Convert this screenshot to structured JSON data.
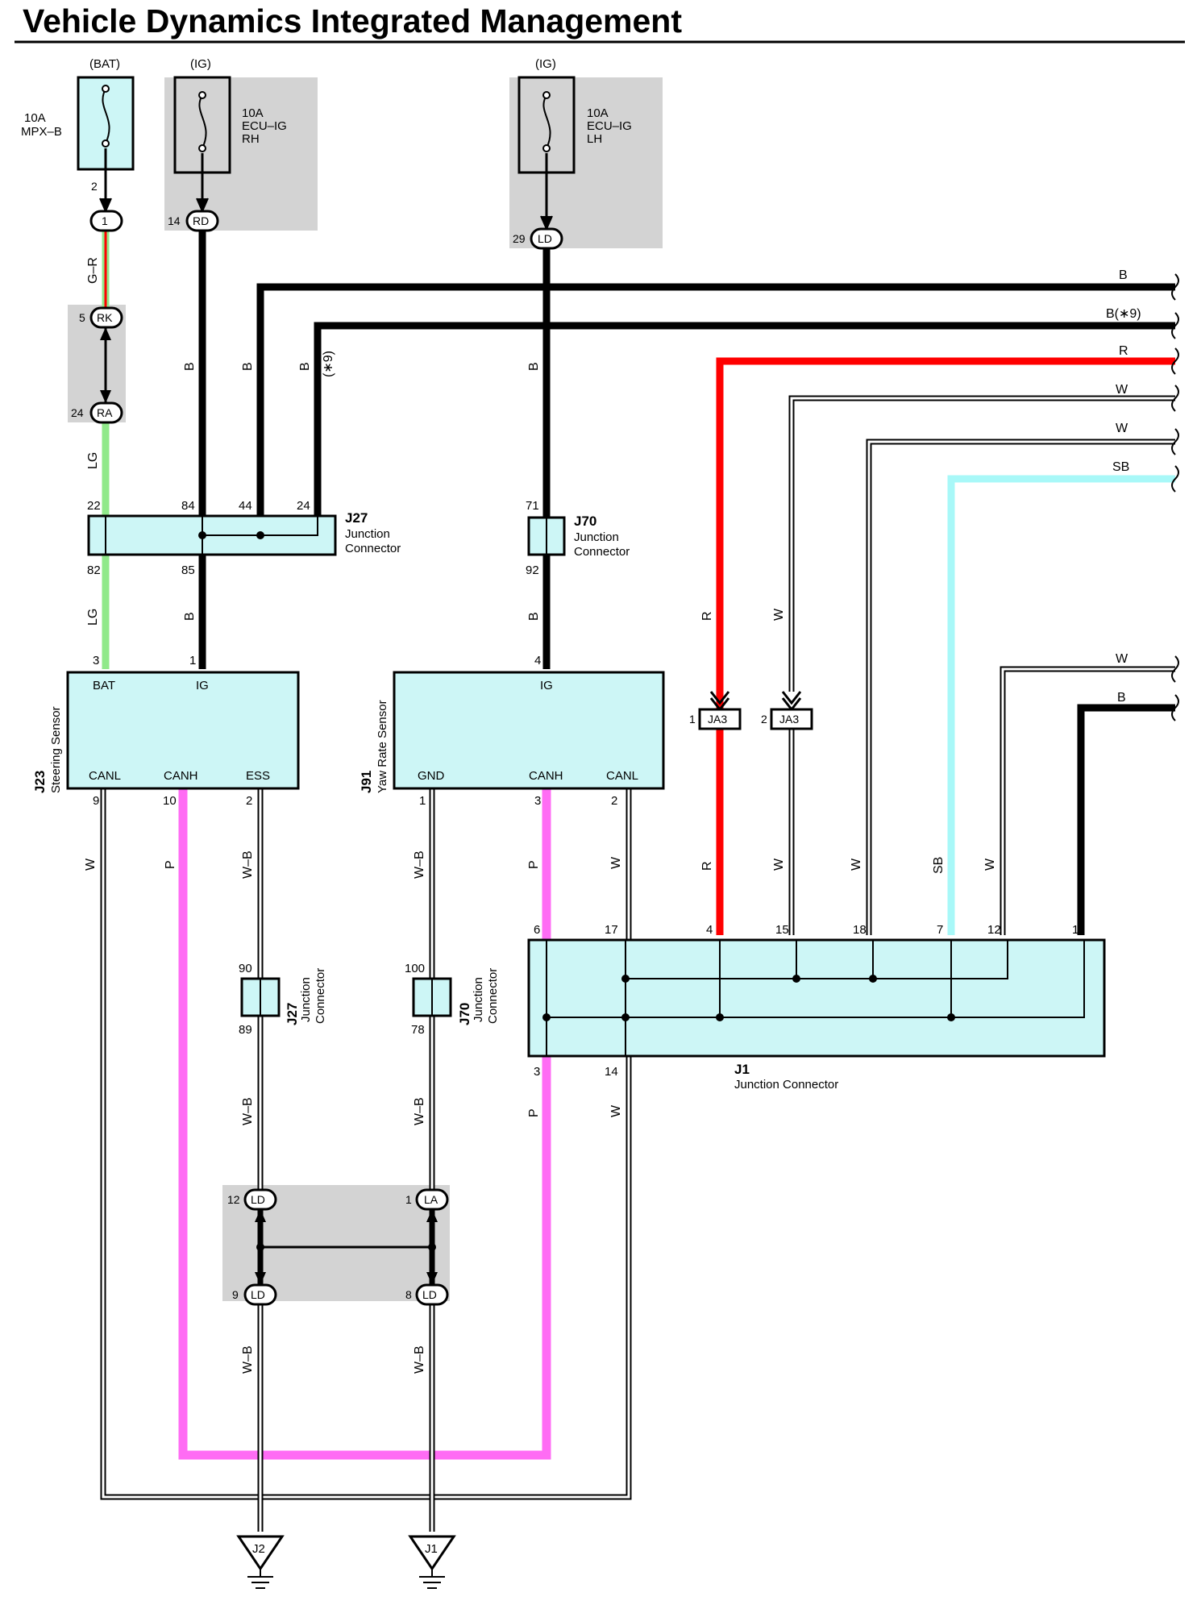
{
  "title": "Vehicle Dynamics Integrated Management",
  "colors": {
    "wire_black": "#000000",
    "wire_red": "#ff0000",
    "wire_lightgreen": "#90e98a",
    "wire_green": "#22aa22",
    "wire_pink": "#ff6cf4",
    "wire_skyblue": "#a8f8f8",
    "box_fill": "#cdf6f6",
    "shade_fill": "#d3d3d3"
  },
  "fuses": [
    {
      "supply": "(BAT)",
      "rating": "10A",
      "name": "MPX–B",
      "name2": ""
    },
    {
      "supply": "(IG)",
      "rating": "10A",
      "name": "ECU–IG",
      "name2": "RH"
    },
    {
      "supply": "(IG)",
      "rating": "10A",
      "name": "ECU–IG",
      "name2": "LH"
    }
  ],
  "connectors": {
    "c1": {
      "pin": "2",
      "label": "1"
    },
    "rd": {
      "pin": "14",
      "label": "RD"
    },
    "ld_top": {
      "pin": "29",
      "label": "LD"
    },
    "rk": {
      "pin": "5",
      "label": "RK"
    },
    "ra": {
      "pin": "24",
      "label": "RA"
    },
    "ja3_a": {
      "pin": "1",
      "label": "JA3"
    },
    "ja3_b": {
      "pin": "2",
      "label": "JA3"
    },
    "ld_12": {
      "pin": "12",
      "label": "LD"
    },
    "la_1": {
      "pin": "1",
      "label": "LA"
    },
    "ld_9": {
      "pin": "9",
      "label": "LD"
    },
    "ld_8": {
      "pin": "8",
      "label": "LD"
    }
  },
  "wire_codes": {
    "gr": "G–R",
    "lg": "LG",
    "b": "B",
    "b9": "B(∗9)",
    "star9": "(∗9)",
    "r": "R",
    "w": "W",
    "sb": "SB",
    "p": "P",
    "wb": "W–B"
  },
  "j27_top": {
    "id": "J27",
    "name1": "Junction",
    "name2": "Connector",
    "pins_top": [
      "22",
      "84",
      "44",
      "24"
    ],
    "pins_bottom": [
      "82",
      "85"
    ]
  },
  "j70_top": {
    "id": "J70",
    "name1": "Junction",
    "name2": "Connector",
    "pin_top": "71",
    "pin_bottom": "92"
  },
  "steering_sensor": {
    "id": "J23",
    "name": "Steering Sensor",
    "terminals": [
      "BAT",
      "IG",
      "CANL",
      "CANH",
      "ESS"
    ],
    "pins": [
      "3",
      "1",
      "9",
      "10",
      "2"
    ]
  },
  "yaw_sensor": {
    "id": "J91",
    "name": "Yaw Rate Sensor",
    "terminals": [
      "IG",
      "GND",
      "CANH",
      "CANL"
    ],
    "pins": [
      "4",
      "1",
      "3",
      "2"
    ]
  },
  "j1": {
    "id": "J1",
    "name": "Junction Connector",
    "pins_top": [
      "6",
      "17",
      "4",
      "15",
      "18",
      "7",
      "12",
      "1"
    ],
    "pins_bottom": [
      "3",
      "14"
    ]
  },
  "j27_low": {
    "id": "J27",
    "name1": "Junction",
    "name2": "Connector",
    "pin_top": "90",
    "pin_bottom": "89"
  },
  "j70_low": {
    "id": "J70",
    "name1": "Junction",
    "name2": "Connector",
    "pin_top": "100",
    "pin_bottom": "78"
  },
  "grounds": [
    "J2",
    "J1"
  ]
}
